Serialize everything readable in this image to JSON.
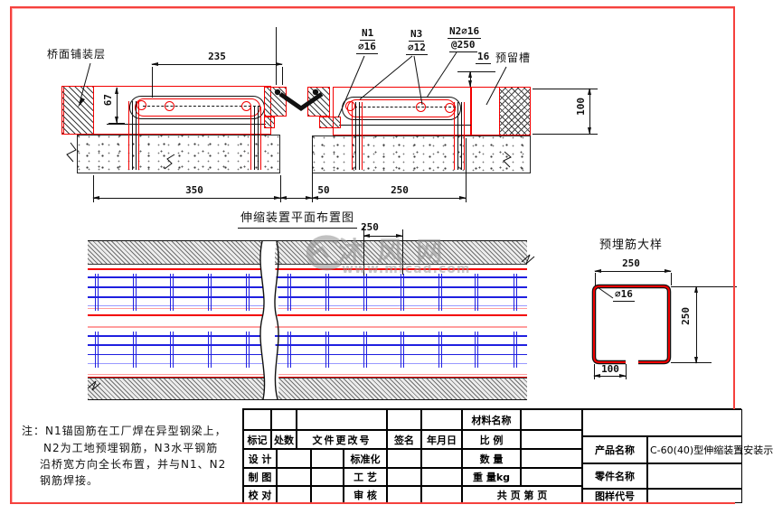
{
  "colors": {
    "red": "#f30000",
    "salmon": "#ff9e9e",
    "blue": "#2020e0",
    "light_blue": "#9a9aff",
    "frame_red": "#f5413d",
    "watermark_gray": "#8f8f8f"
  },
  "section": {
    "pavement_label": "桥面铺装层",
    "groove_label": "预留槽",
    "n1": "N1",
    "n1_dia": "∅16",
    "n3": "N3",
    "n3_dia": "∅12",
    "n2": "N2∅16",
    "n2_spacing": "@250",
    "dim_width_top": "235",
    "dim_depth": "67",
    "dim_left": "350",
    "dim_gap": "50",
    "dim_right": "250",
    "dim_groove_h": "100",
    "dim_lip": "16"
  },
  "plan": {
    "title": "伸缩装置平面布置图",
    "dim_spacing": "250"
  },
  "detail": {
    "title": "预埋筋大样",
    "dim_top": "250",
    "dim_right": "250",
    "dim_bottom": "100",
    "dia": "∅16"
  },
  "note": {
    "line1": "注：N1锚固筋在工厂焊在异型钢梁上，",
    "line2": "N2为工地预埋钢筋，N3水平钢筋",
    "line3": "沿桥宽方向全长布置，并与N1、N2",
    "line4": "钢筋焊接。"
  },
  "title_block": {
    "material": "材料名称",
    "mark": "标记",
    "qty_changes": "处数",
    "file_change_no": "文件更改号",
    "signature": "签名",
    "date": "年月日",
    "scale": "比  例",
    "design": "设 计",
    "standardization": "标准化",
    "quantity": "数  量",
    "draft": "制 图",
    "process": "工 艺",
    "weight": "重 量kg",
    "proof": "校 对",
    "audit": "审 核",
    "pages": "共  页 第  页",
    "product_label": "产品名称",
    "product_value": "C-60(40)型伸缩装置安装示",
    "part_label": "零件名称",
    "code_label": "图样代号"
  },
  "watermark": {
    "name": "沐 风 网",
    "url": "www.mfcad.com"
  }
}
